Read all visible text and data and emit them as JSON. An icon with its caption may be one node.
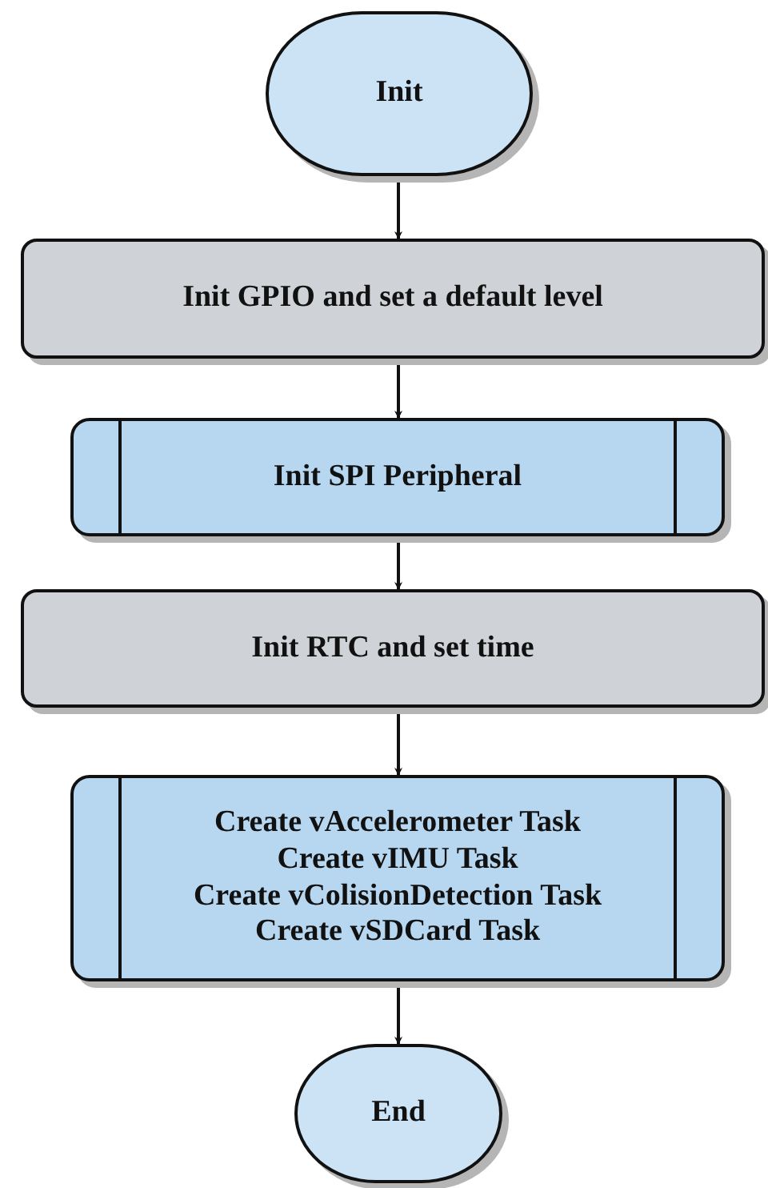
{
  "diagram": {
    "nodes": [
      {
        "text": [
          "Init"
        ]
      },
      {
        "text": [
          "Init GPIO and set a default level"
        ]
      },
      {
        "text": [
          "Init SPI Peripheral"
        ]
      },
      {
        "text": [
          "Init RTC and set time"
        ]
      },
      {
        "text": [
          "Create vAccelerometer Task",
          "Create vIMU Task",
          "Create vColisionDetection Task",
          "Create vSDCard Task"
        ]
      },
      {
        "text": [
          "End"
        ]
      }
    ],
    "edges": [
      {
        "from": 0,
        "to": 1,
        "arrow": "to"
      },
      {
        "from": 1,
        "to": 2,
        "arrow": "to"
      },
      {
        "from": 2,
        "to": 3,
        "arrow": "to"
      },
      {
        "from": 3,
        "to": 4,
        "arrow": "to"
      },
      {
        "from": 4,
        "to": 5,
        "arrow": "to"
      }
    ]
  }
}
